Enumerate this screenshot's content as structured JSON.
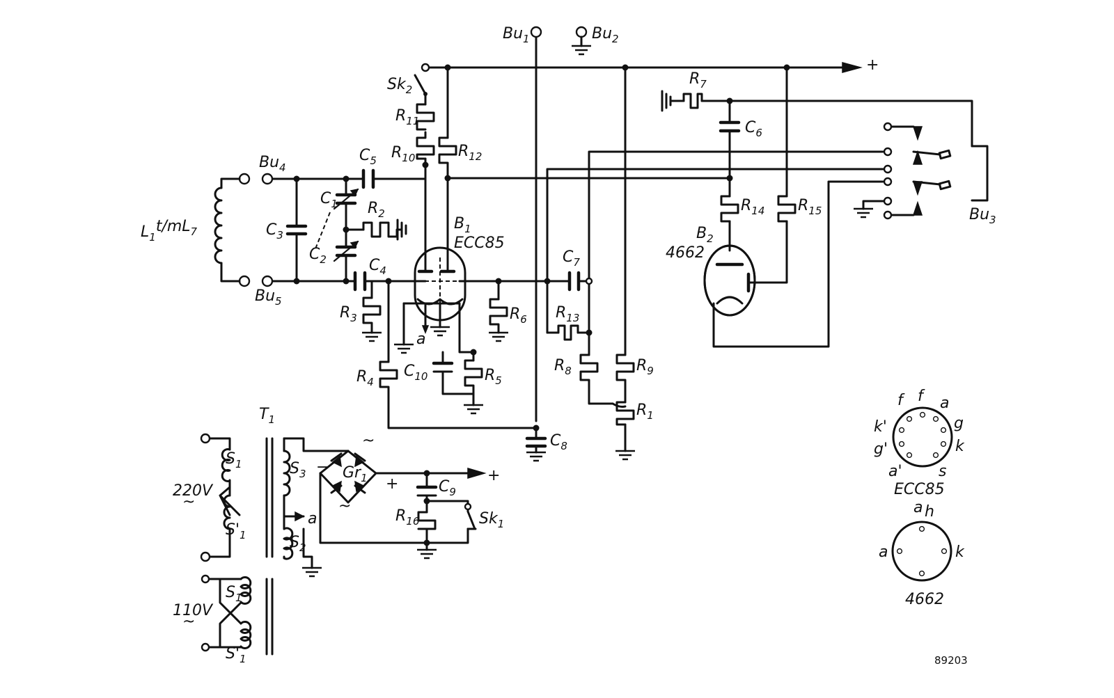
{
  "labels": {
    "bu1": {
      "base": "Bu",
      "sub": "1"
    },
    "bu2": {
      "base": "Bu",
      "sub": "2"
    },
    "bu3": {
      "base": "Bu",
      "sub": "3"
    },
    "bu4": {
      "base": "Bu",
      "sub": "4"
    },
    "bu5": {
      "base": "Bu",
      "sub": "5"
    },
    "sk1": {
      "base": "Sk",
      "sub": "1"
    },
    "sk2": {
      "base": "Sk",
      "sub": "2"
    },
    "r1": {
      "base": "R",
      "sub": "1"
    },
    "r2": {
      "base": "R",
      "sub": "2"
    },
    "r3": {
      "base": "R",
      "sub": "3"
    },
    "r4": {
      "base": "R",
      "sub": "4"
    },
    "r5": {
      "base": "R",
      "sub": "5"
    },
    "r6": {
      "base": "R",
      "sub": "6"
    },
    "r7": {
      "base": "R",
      "sub": "7"
    },
    "r8": {
      "base": "R",
      "sub": "8"
    },
    "r9": {
      "base": "R",
      "sub": "9"
    },
    "r10": {
      "base": "R",
      "sub": "10"
    },
    "r11": {
      "base": "R",
      "sub": "11"
    },
    "r12": {
      "base": "R",
      "sub": "12"
    },
    "r13": {
      "base": "R",
      "sub": "13"
    },
    "r14": {
      "base": "R",
      "sub": "14"
    },
    "r15": {
      "base": "R",
      "sub": "15"
    },
    "r16": {
      "base": "R",
      "sub": "16"
    },
    "c1": {
      "base": "C",
      "sub": "1"
    },
    "c2": {
      "base": "C",
      "sub": "2"
    },
    "c3": {
      "base": "C",
      "sub": "3"
    },
    "c4": {
      "base": "C",
      "sub": "4"
    },
    "c5": {
      "base": "C",
      "sub": "5"
    },
    "c6": {
      "base": "C",
      "sub": "6"
    },
    "c7": {
      "base": "C",
      "sub": "7"
    },
    "c8": {
      "base": "C",
      "sub": "8"
    },
    "c9": {
      "base": "C",
      "sub": "9"
    },
    "c10": {
      "base": "C",
      "sub": "10"
    },
    "b1": {
      "base": "B",
      "sub": "1"
    },
    "b2": {
      "base": "B",
      "sub": "2"
    },
    "t1": {
      "base": "T",
      "sub": "1"
    },
    "gr1": {
      "base": "Gr",
      "sub": "1"
    },
    "l1": {
      "base": "L",
      "sub": "1",
      "mid": "t/mL",
      "sub2": "7"
    },
    "s1a": {
      "base": "S",
      "sub": "1"
    },
    "s1b": {
      "base": "S'",
      "sub": "1"
    },
    "s1c": {
      "base": "S",
      "sub": "1"
    },
    "s1d": {
      "base": "S'",
      "sub": "1"
    },
    "s2": {
      "base": "S",
      "sub": "2"
    },
    "s3": {
      "base": "S",
      "sub": "3"
    },
    "ecc85_type": "ECC85",
    "tube_4662_type": "4662",
    "plus": "+",
    "minus": "−",
    "tilde": "~",
    "a_tap": "a",
    "a_cathode": "a",
    "v220": "220V",
    "v110": "110V",
    "drawing_number": "89203"
  },
  "pinouts": {
    "ecc85": {
      "title": "ECC85",
      "pins": [
        "f",
        "f",
        "a",
        "g",
        "k",
        "s",
        "a'",
        "g'",
        "k'"
      ]
    },
    "t4662": {
      "title": "4662",
      "pins": [
        "a",
        "h",
        "a",
        "k"
      ]
    }
  }
}
